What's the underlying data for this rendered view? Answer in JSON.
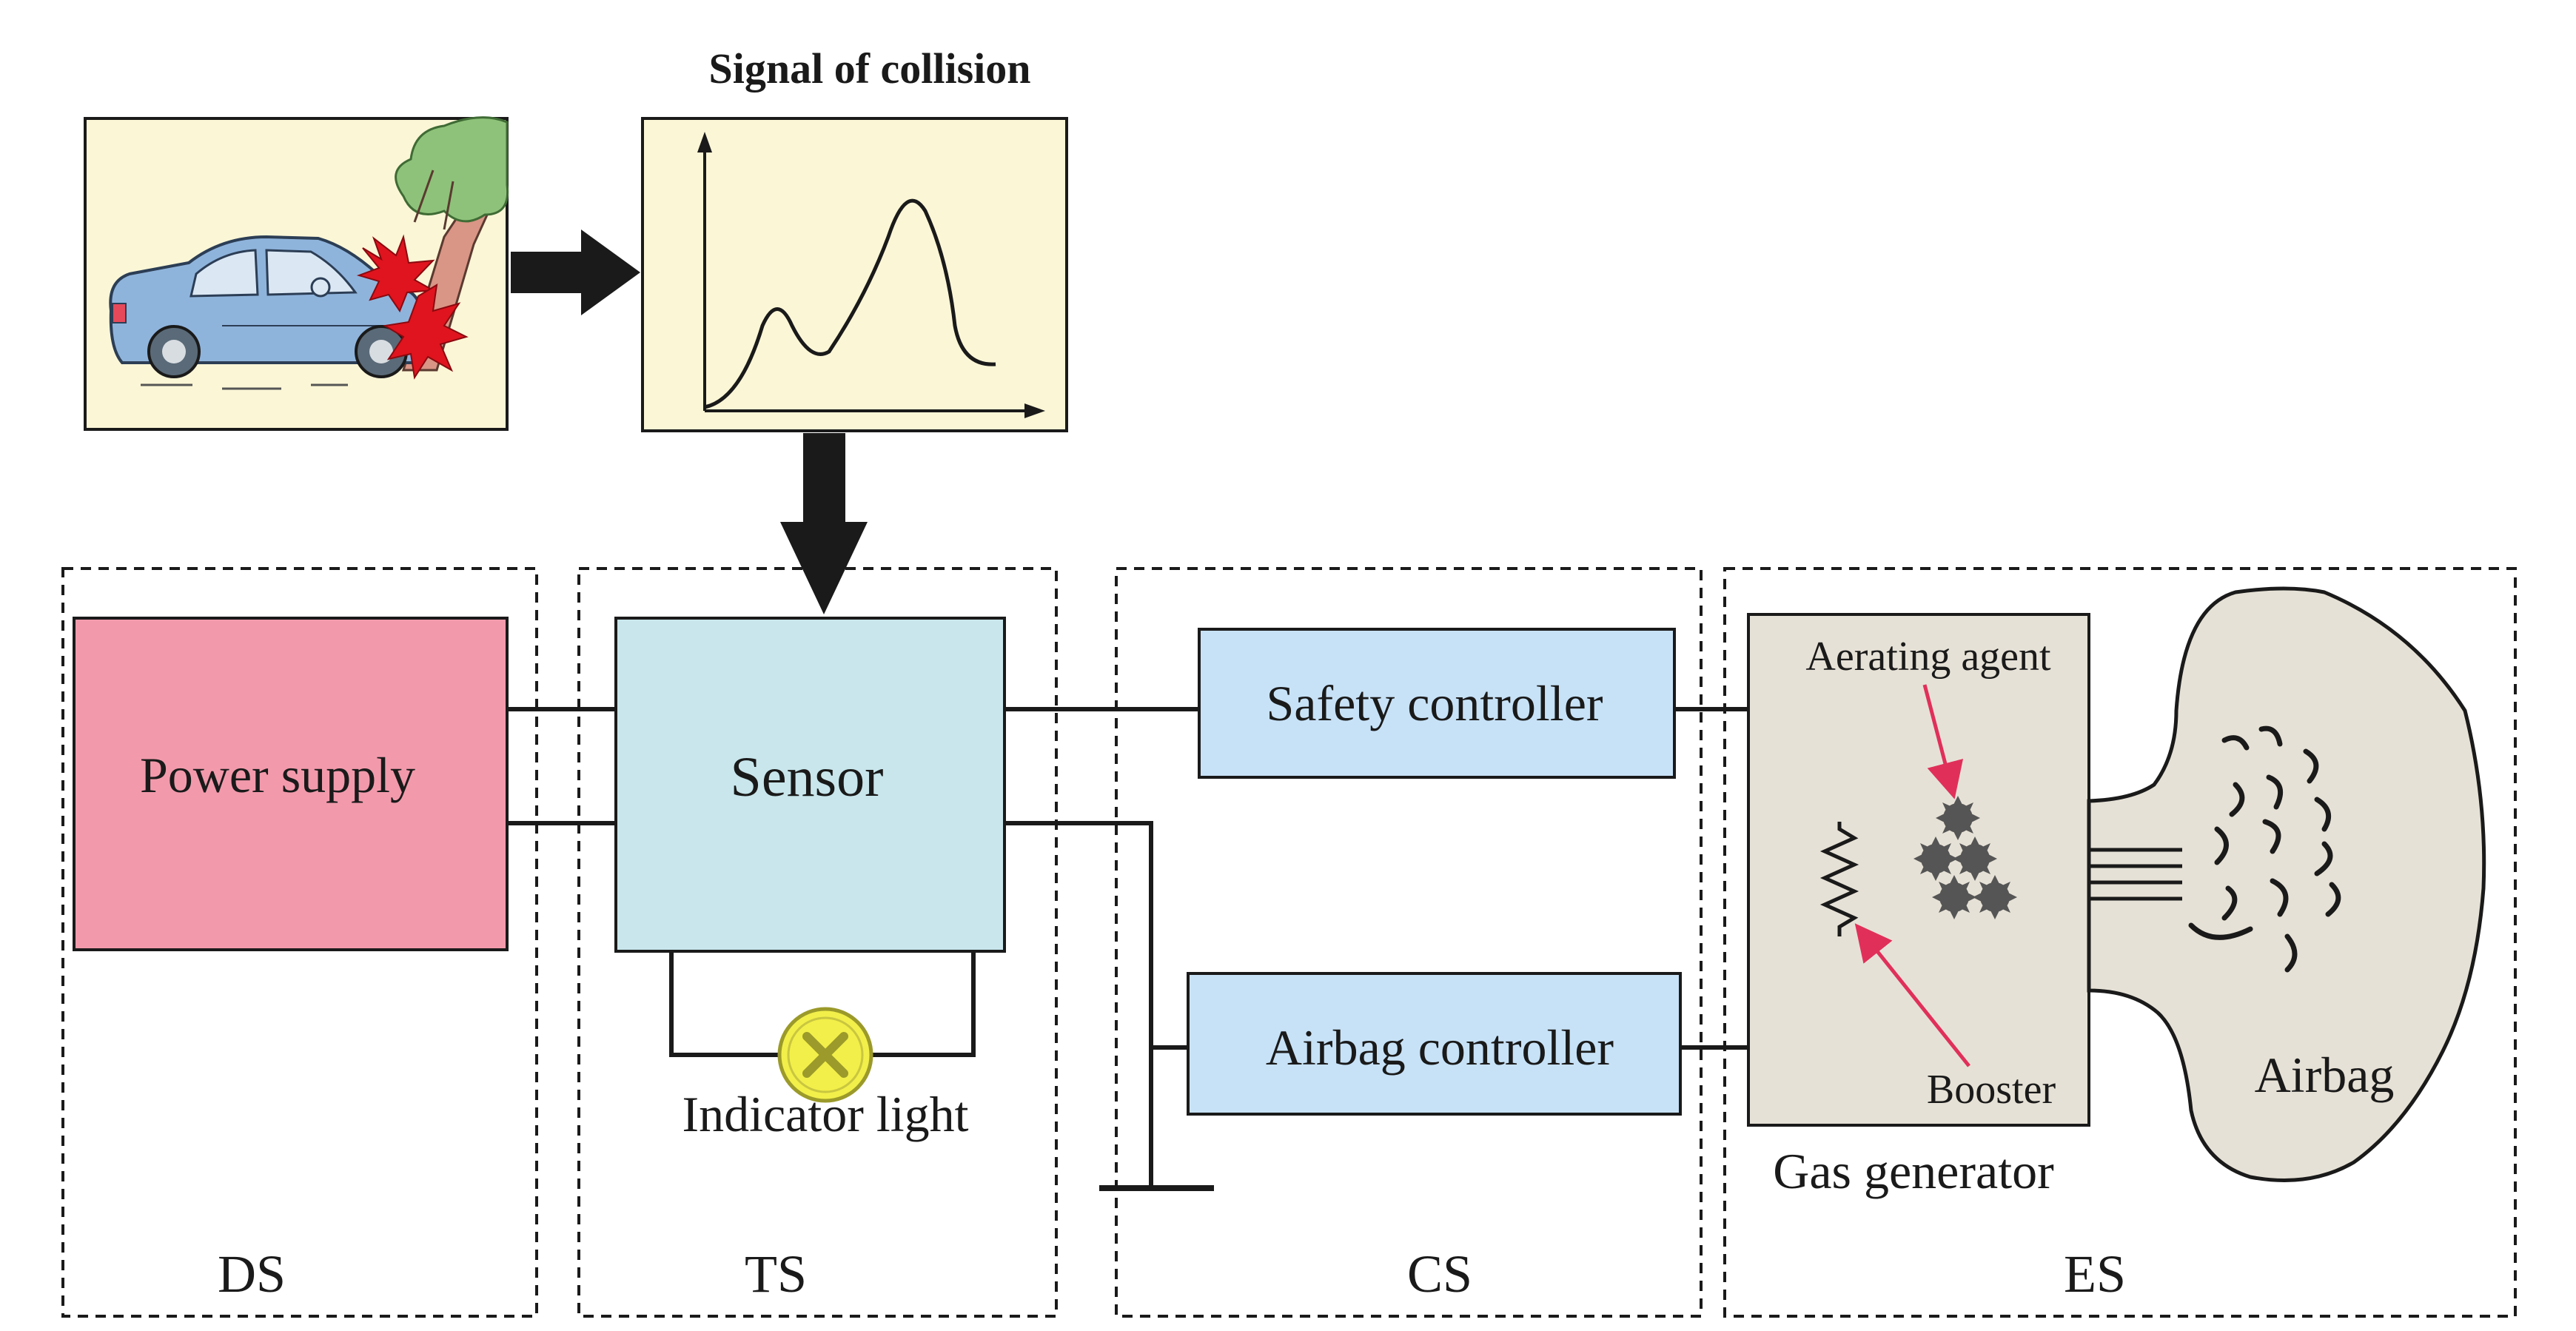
{
  "collision": {
    "title": "Signal of collision"
  },
  "sections": {
    "ds": "DS",
    "ts": "TS",
    "cs": "CS",
    "es": "ES"
  },
  "blocks": {
    "power_supply": "Power supply",
    "sensor": "Sensor",
    "indicator_light": "Indicator light",
    "safety_controller": "Safety controller",
    "airbag_controller": "Airbag controller",
    "aerating_agent": "Aerating agent",
    "booster": "Booster",
    "gas_generator": "Gas generator",
    "airbag": "Airbag"
  },
  "colors": {
    "scene_bg": "#fbf6d6",
    "power_supply": "#f29aac",
    "sensor": "#c8e6ec",
    "controller": "#c7e2f7",
    "gas_generator": "#e6e1d6",
    "airbag": "#e6e1d6",
    "car": "#8fb4dc",
    "tree_leaves": "#8ec27a",
    "tree_trunk": "#d99585",
    "impact": "#e0141e",
    "indicator": "#f2ef4a",
    "pointer": "#e0305a"
  },
  "icons": [
    "car-crash-illustration",
    "indicator-light-icon",
    "propellant-pellet-icon",
    "igniter-resistor-icon"
  ]
}
